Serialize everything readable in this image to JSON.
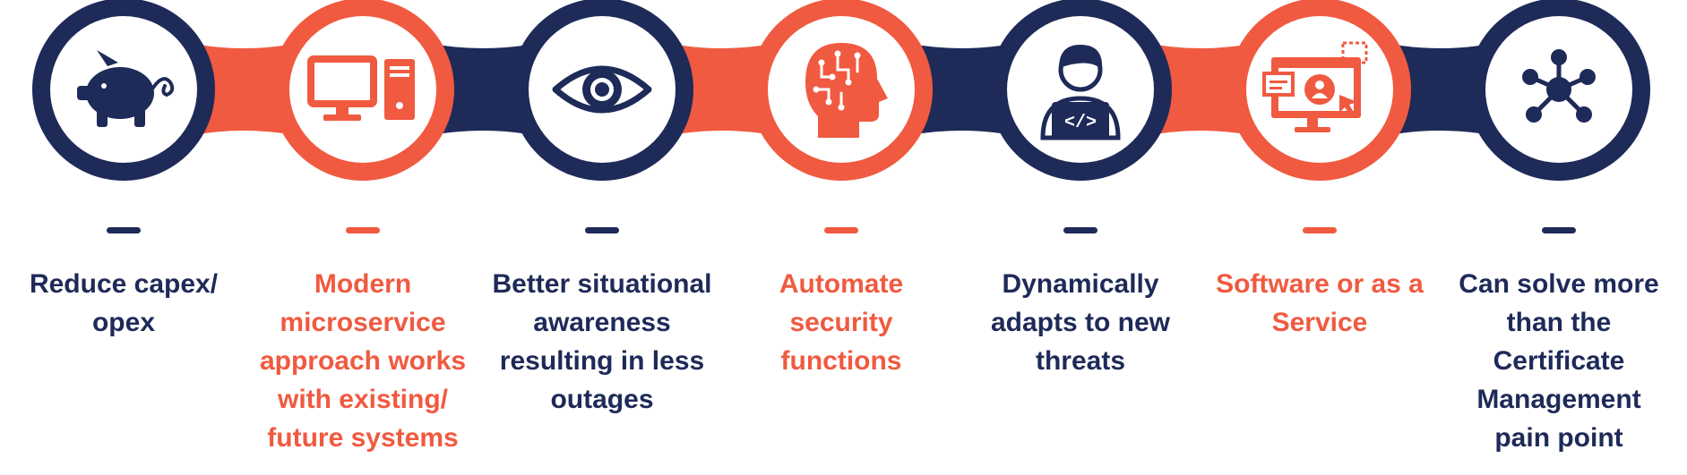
{
  "colors": {
    "navy": "#1e2a58",
    "orange": "#f05a40",
    "white": "#ffffff"
  },
  "steps": [
    {
      "label": "Reduce capex/ opex",
      "icon": "piggy-bank-icon",
      "color": "navy"
    },
    {
      "label": "Modern microservice approach works with existing/ future systems",
      "icon": "computer-icon",
      "color": "orange"
    },
    {
      "label": "Better situational awareness resulting in less outages",
      "icon": "eye-icon",
      "color": "navy"
    },
    {
      "label": "Automate security functions",
      "icon": "ai-head-icon",
      "color": "orange"
    },
    {
      "label": "Dynamically adapts to new threats",
      "icon": "developer-icon",
      "color": "navy"
    },
    {
      "label": "Software or as a Service",
      "icon": "web-app-icon",
      "color": "orange"
    },
    {
      "label": "Can solve more than the Certificate Management pain point",
      "icon": "network-icon",
      "color": "navy"
    }
  ]
}
